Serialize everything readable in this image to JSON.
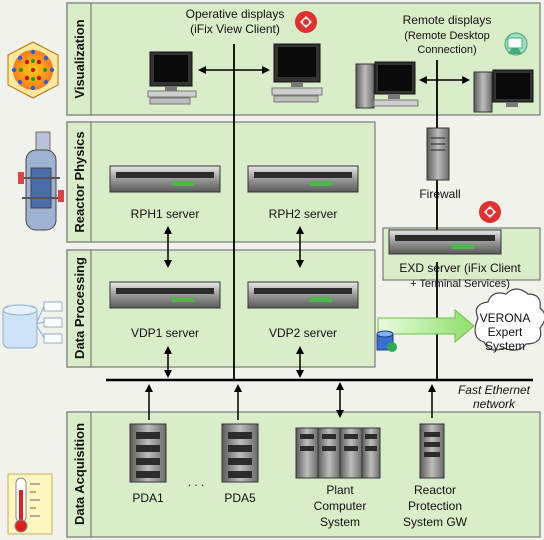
{
  "layers": {
    "visualization": "Visualization",
    "reactor_physics": "Reactor Physics",
    "data_processing": "Data Processing",
    "data_acquisition": "Data Acquisition"
  },
  "visualization": {
    "operative_title_1": "Operative displays",
    "operative_title_2": "(iFix View Client)",
    "remote_title_1": "Remote displays",
    "remote_title_2": "(Remote Desktop",
    "remote_title_3": "Connection)"
  },
  "servers": {
    "rph1": "RPH1 server",
    "rph2": "RPH2 server",
    "vdp1": "VDP1 server",
    "vdp2": "VDP2 server",
    "exd_1": "EXD server (iFix Client",
    "exd_2": "+ Terminal Services)",
    "firewall": "Firewall"
  },
  "verona": {
    "line1": "VERONA",
    "line2": "Expert",
    "line3": "System"
  },
  "network": {
    "line1": "Fast Ethernet",
    "line2": "network"
  },
  "acquisition": {
    "pda1": "PDA1",
    "ellipsis": ". . .",
    "pda5": "PDA5",
    "plant_1": "Plant",
    "plant_2": "Computer",
    "plant_3": "System",
    "rps_1": "Reactor",
    "rps_2": "Protection",
    "rps_3": "System GW"
  },
  "colors": {
    "panel_fill": "#d9edc9",
    "panel_stroke": "#7a7a7a",
    "network_line": "#000000",
    "arrow_green": "#8ee06a"
  }
}
